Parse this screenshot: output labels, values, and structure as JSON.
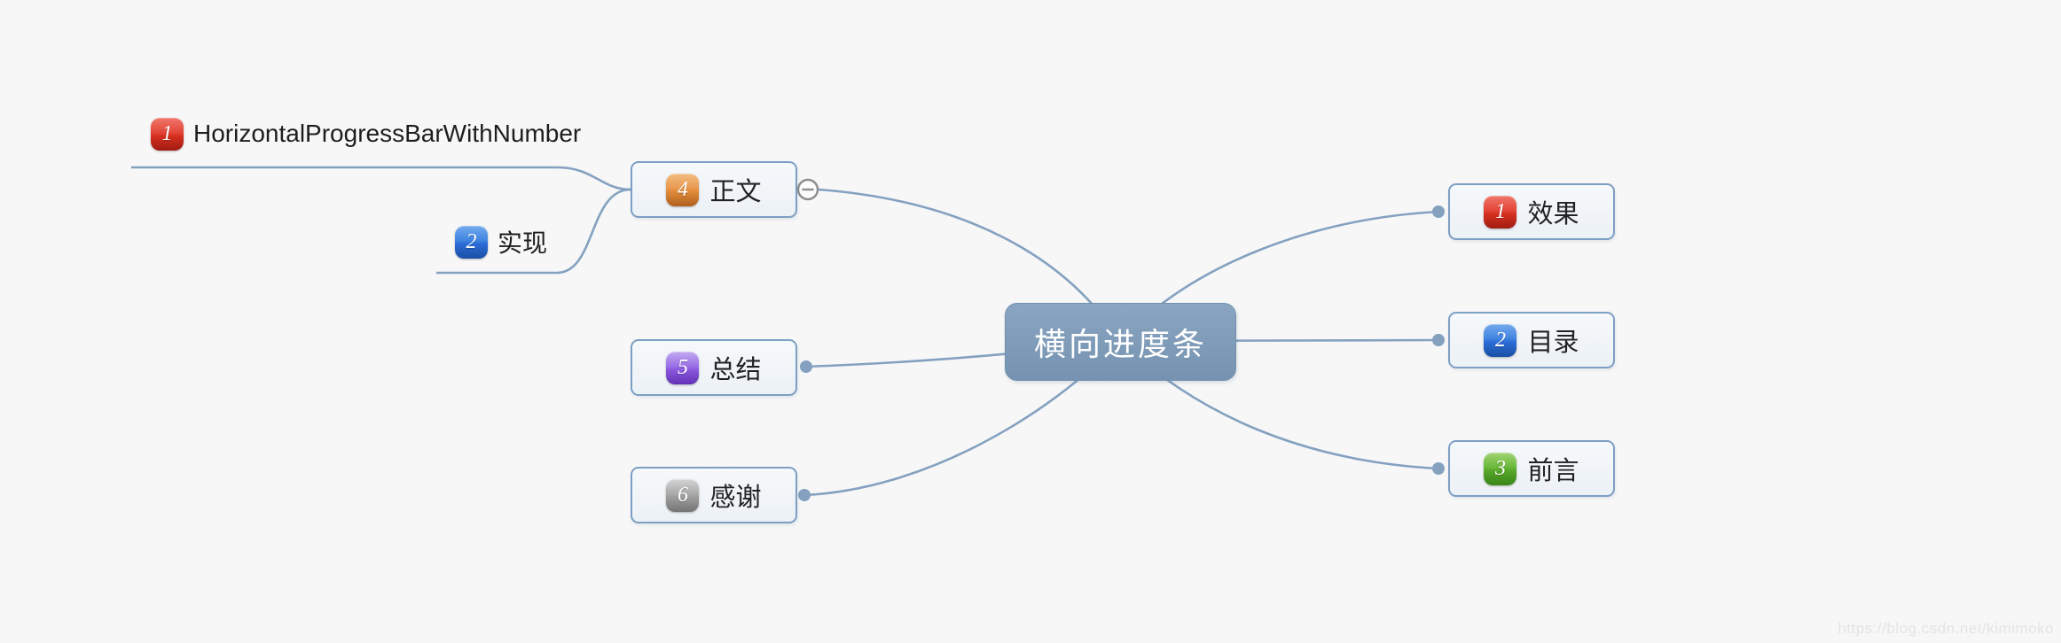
{
  "app": {
    "type": "mindmap-canvas",
    "watermark": "https://blog.csdn.net/kimimoko"
  },
  "colors": {
    "background": "#f7f7f8",
    "branch_line": "#84a1c0",
    "root_fill": "#7e9bb8",
    "root_text": "#ffffff",
    "topic_fill": "#ecf1f6",
    "topic_border": "#7d9fc4",
    "topic_text": "#222222",
    "badge_red": "#d5301f",
    "badge_blue": "#2b6cd5",
    "badge_orange": "#e08a3a",
    "badge_purple": "#8a58dd",
    "badge_gray": "#9d9d9d",
    "badge_green": "#56a72b"
  },
  "root": {
    "label": "横向进度条"
  },
  "left_topics": [
    {
      "label": "正文",
      "badge": "4",
      "badge_color": "orange",
      "collapsed": false
    },
    {
      "label": "总结",
      "badge": "5",
      "badge_color": "purple"
    },
    {
      "label": "感谢",
      "badge": "6",
      "badge_color": "gray"
    }
  ],
  "right_topics": [
    {
      "label": "效果",
      "badge": "1",
      "badge_color": "red"
    },
    {
      "label": "目录",
      "badge": "2",
      "badge_color": "blue"
    },
    {
      "label": "前言",
      "badge": "3",
      "badge_color": "green"
    }
  ],
  "subtopics": [
    {
      "label": "HorizontalProgressBarWithNumber",
      "badge": "1",
      "badge_color": "red"
    },
    {
      "label": "实现",
      "badge": "2",
      "badge_color": "blue"
    }
  ]
}
